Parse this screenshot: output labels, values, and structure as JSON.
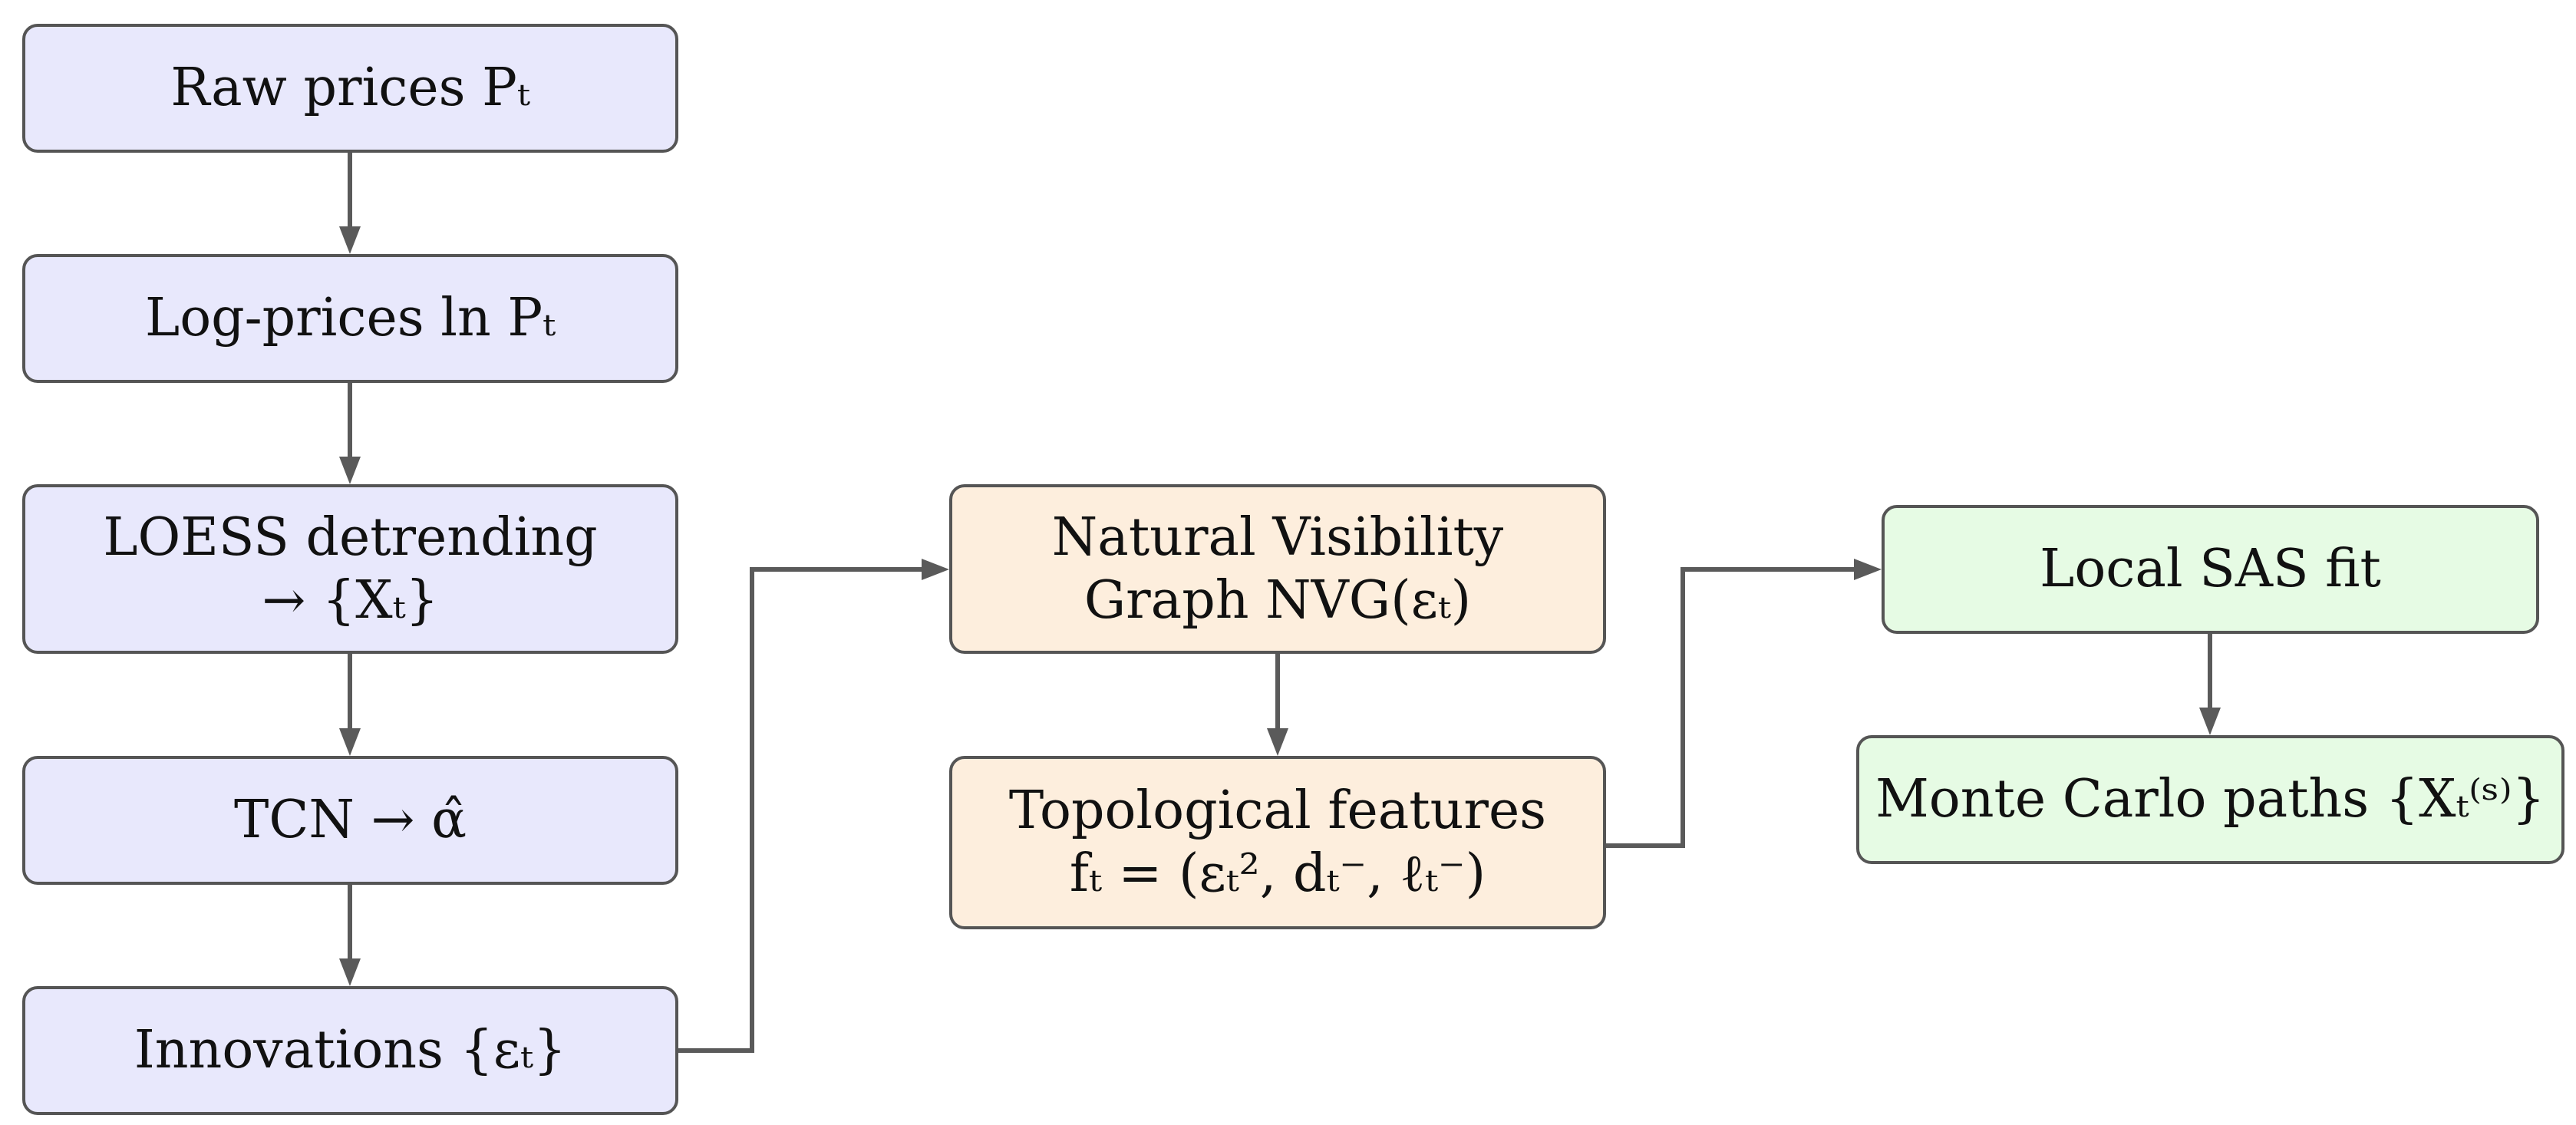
{
  "diagram": {
    "nodes": {
      "raw_prices": {
        "lines": [
          "Raw prices Pₜ"
        ]
      },
      "log_prices": {
        "lines": [
          "Log-prices ln Pₜ"
        ]
      },
      "loess": {
        "lines": [
          "LOESS detrending",
          "→ {Xₜ}"
        ]
      },
      "tcn": {
        "lines": [
          "TCN → α̂"
        ]
      },
      "innovations": {
        "lines": [
          "Innovations {εₜ}"
        ]
      },
      "nvg": {
        "lines": [
          "Natural Visibility",
          "Graph NVG(εₜ)"
        ]
      },
      "topo": {
        "lines": [
          "Topological features",
          "fₜ = (εₜ², dₜ⁻, ℓₜ⁻)"
        ]
      },
      "sas": {
        "lines": [
          "Local SAS fit"
        ]
      },
      "monte_carlo": {
        "lines": [
          "Monte Carlo paths {Xₜ⁽ˢ⁾}"
        ]
      }
    },
    "edges": [
      {
        "from": "raw_prices",
        "to": "log_prices"
      },
      {
        "from": "log_prices",
        "to": "loess"
      },
      {
        "from": "loess",
        "to": "tcn"
      },
      {
        "from": "tcn",
        "to": "innovations"
      },
      {
        "from": "innovations",
        "to": "nvg"
      },
      {
        "from": "nvg",
        "to": "topo"
      },
      {
        "from": "topo",
        "to": "sas"
      },
      {
        "from": "sas",
        "to": "monte_carlo"
      }
    ],
    "colors": {
      "preprocessing_fill": "#e8e8fc",
      "graph_fill": "#fdeedd",
      "simulation_fill": "#e6fbe4",
      "border": "#555555",
      "arrow": "#5a5a5a"
    }
  }
}
